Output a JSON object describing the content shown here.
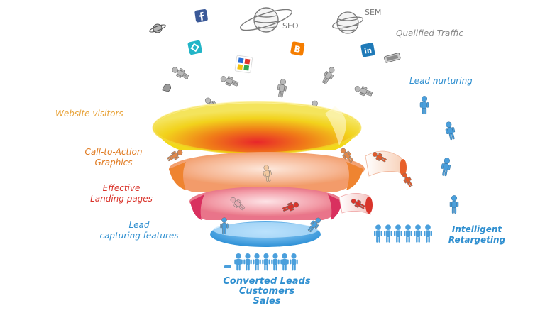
{
  "labels": {
    "seo": "SEO",
    "sem": "SEM",
    "qualified_traffic": "Qualified Traffic",
    "lead_nurturing": "Lead nurturing",
    "website_visitors": "Website visitors",
    "cta_line1": "Call-to-Action",
    "cta_line2": "Graphics",
    "landing_line1": "Effective",
    "landing_line2": "Landing pages",
    "capture_line1": "Lead",
    "capture_line2": "capturing features",
    "retarget_line1": "Intelligent",
    "retarget_line2": "Retargeting",
    "out_line1": "Converted Leads",
    "out_line2": "Customers",
    "out_line3": "Sales"
  },
  "colors": {
    "orange": "#e8a33a",
    "orange_dark": "#e07a20",
    "red": "#d9342b",
    "blue": "#2f8fd0",
    "gray_text": "#8a8a8a",
    "funnel_yellow": "#f2da1a",
    "funnel_peach": "#f2a57a",
    "funnel_pink": "#e8768e",
    "funnel_blue": "#3fa6e6",
    "person_blue": "#4a9fdc"
  },
  "icons": {
    "social": [
      "facebook-icon",
      "blogger-icon",
      "linkedin-icon",
      "delicious-icon",
      "google-icon",
      "stumbleupon-icon"
    ],
    "planets": [
      "seo-planet-icon",
      "sem-planet-icon",
      "small-planet-icon"
    ]
  }
}
